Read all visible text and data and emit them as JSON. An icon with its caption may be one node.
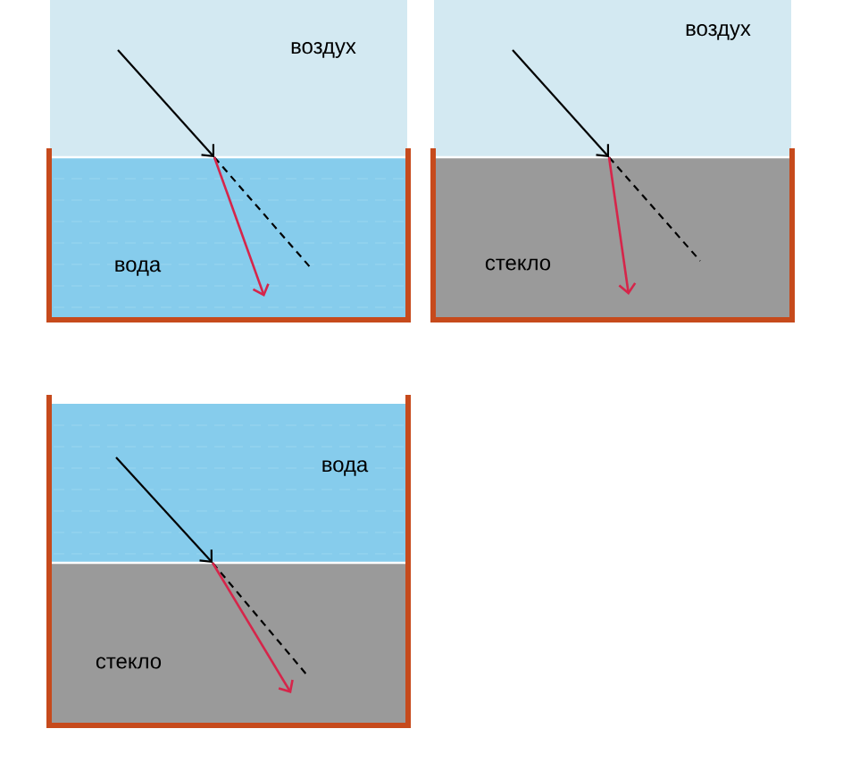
{
  "diagram": {
    "labels": [
      "воздух",
      "вода",
      "воздух",
      "стекло",
      "вода",
      "стекло"
    ]
  }
}
